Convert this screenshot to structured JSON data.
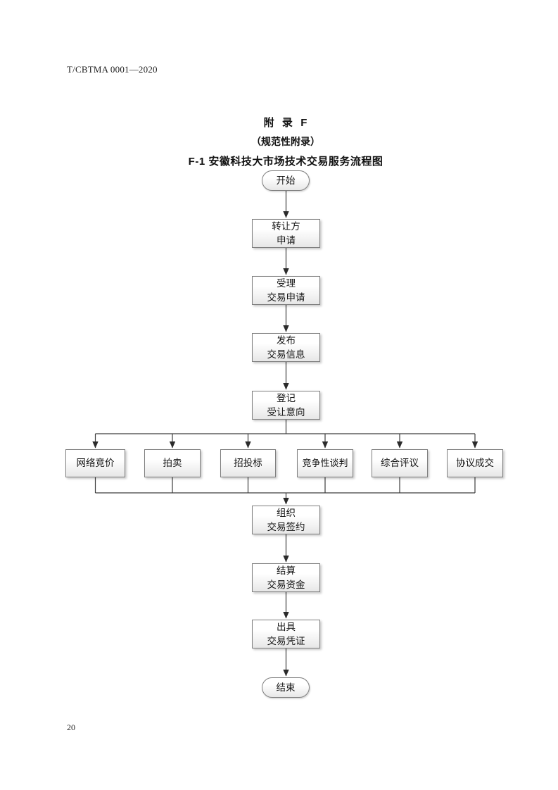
{
  "page": {
    "header": "T/CBTMA 0001—2020",
    "page_number": "20"
  },
  "title": {
    "appendix": "附  录  F",
    "subtitle": "（规范性附录）",
    "caption": "F-1 安徽科技大市场技术交易服务流程图"
  },
  "flowchart": {
    "start_label": "开始",
    "end_label": "结束",
    "steps": [
      "转让方\n申请",
      "受理\n交易申请",
      "发布\n交易信息",
      "登记\n受让意向",
      "组织\n交易签约",
      "结算\n交易资金",
      "出具\n交易凭证"
    ],
    "branches": [
      "网络竞价",
      "拍卖",
      "招投标",
      "竞争性谈判",
      "综合评议",
      "协议成交"
    ]
  },
  "colors": {
    "box_border": "#7f7f7f",
    "box_fill_top": "#ffffff",
    "box_fill_bottom": "#e7e7e7",
    "connector_line": "#3d3d3d",
    "text": "#151515"
  }
}
